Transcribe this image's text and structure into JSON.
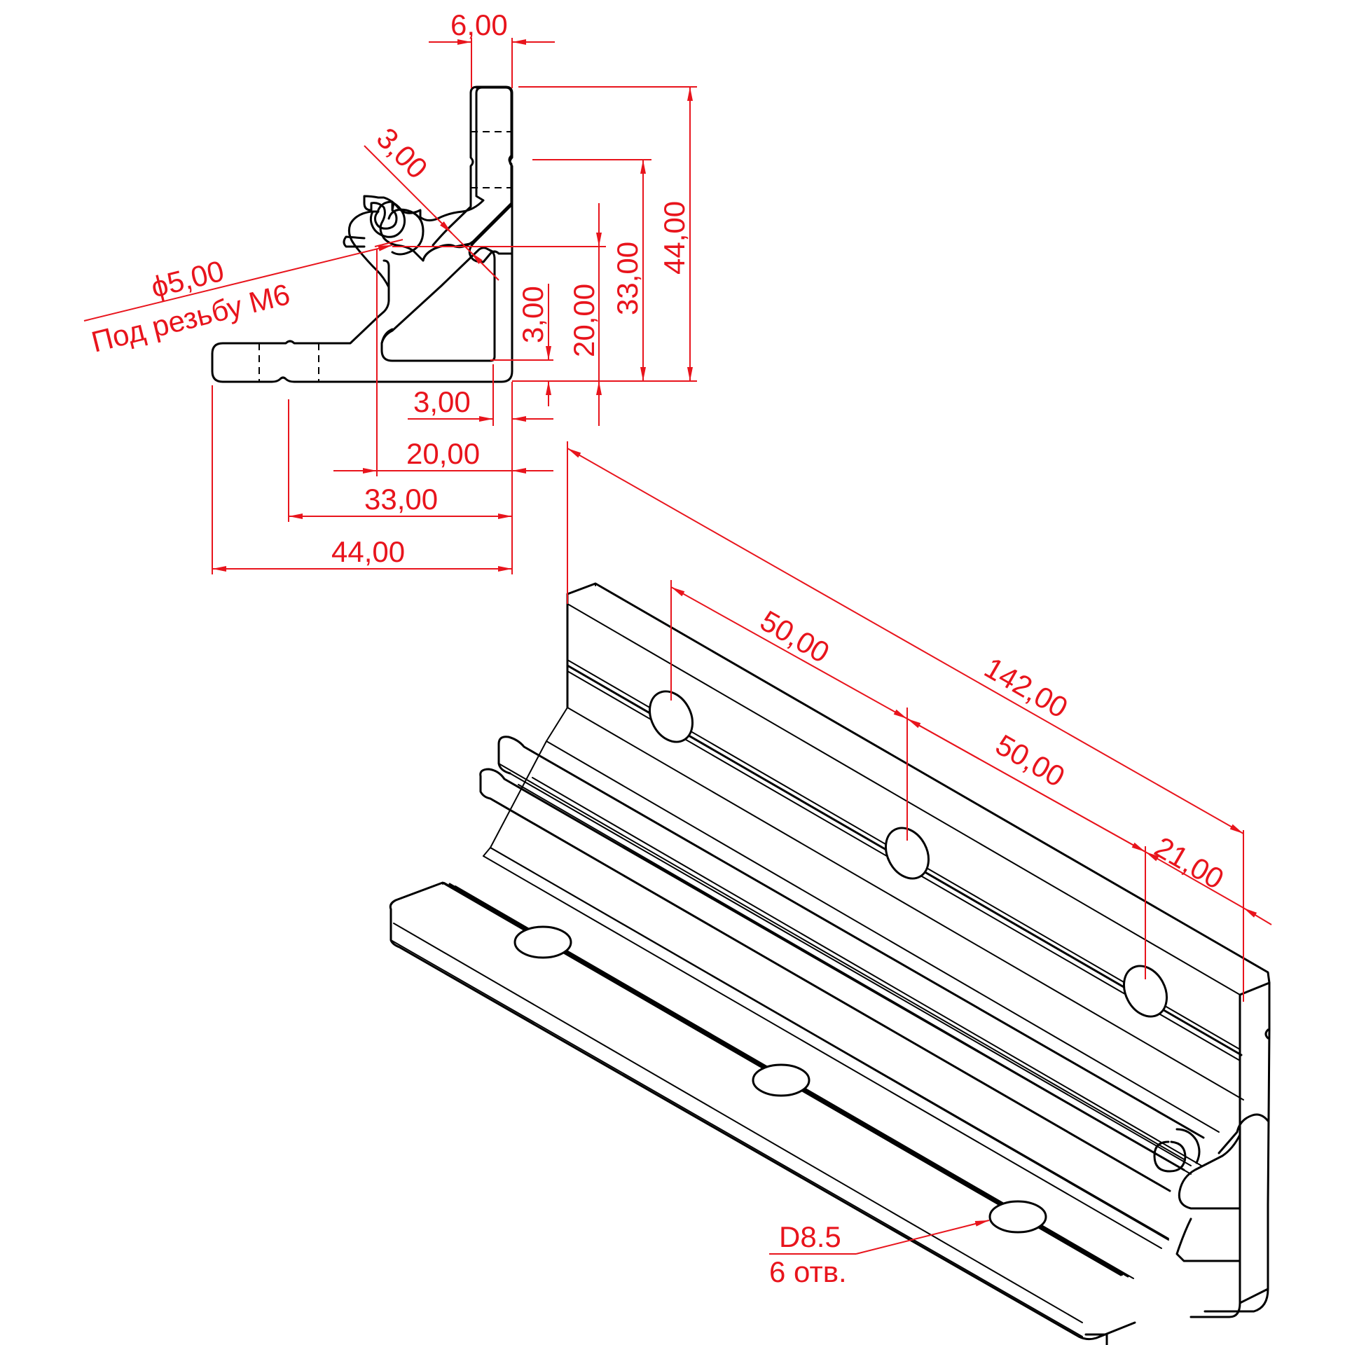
{
  "section": {
    "width_top": "6,00",
    "wall_diag": "3,00",
    "hole_diameter": "ϕ5,00",
    "hole_note": "Под резьбу М6",
    "wall_bottom": "3,00",
    "wall_right": "3,00",
    "height_20": "20,00",
    "height_33": "33,00",
    "height_44": "44,00",
    "width_20": "20,00",
    "width_33": "33,00",
    "width_44": "44,00"
  },
  "isometric": {
    "pitch_1": "50,00",
    "pitch_2": "50,00",
    "length_total": "142,00",
    "end_offset": "21,00",
    "hole_size": "D8.5",
    "hole_count": "6 отв."
  },
  "colors": {
    "dimension": "#e8141c",
    "part_line": "#000000"
  }
}
